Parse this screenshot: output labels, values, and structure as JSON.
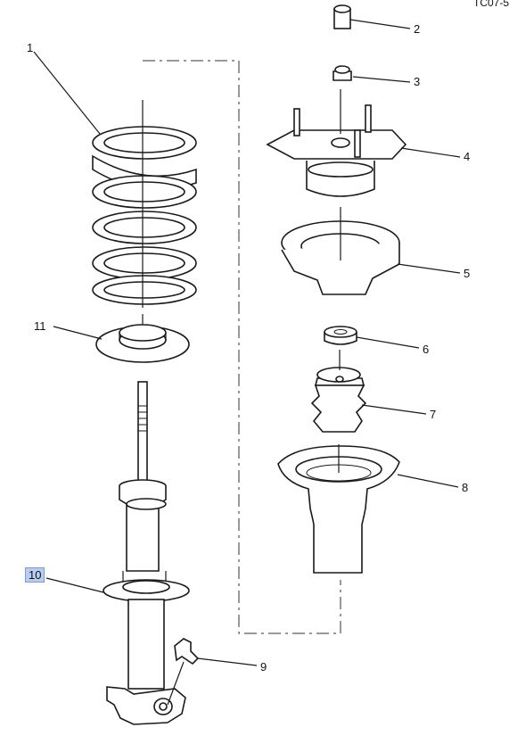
{
  "diagram": {
    "code": "TC07-5",
    "highlight_color": "#b8cdf0",
    "callouts": [
      {
        "id": "c1",
        "label": "1"
      },
      {
        "id": "c2",
        "label": "2"
      },
      {
        "id": "c3",
        "label": "3"
      },
      {
        "id": "c4",
        "label": "4"
      },
      {
        "id": "c5",
        "label": "5"
      },
      {
        "id": "c6",
        "label": "6"
      },
      {
        "id": "c7",
        "label": "7"
      },
      {
        "id": "c8",
        "label": "8"
      },
      {
        "id": "c9",
        "label": "9"
      },
      {
        "id": "c10",
        "label": "10",
        "highlighted": true
      },
      {
        "id": "c11",
        "label": "11"
      }
    ]
  }
}
